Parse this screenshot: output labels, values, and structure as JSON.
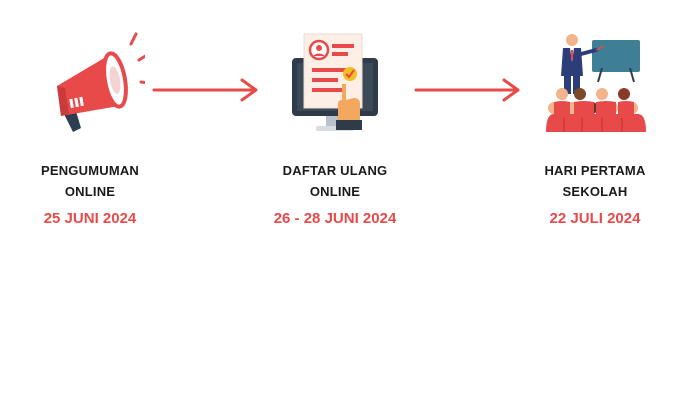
{
  "steps": [
    {
      "title_line1": "PENGUMUMAN",
      "title_line2": "ONLINE",
      "date": "25 JUNI 2024",
      "icon": "megaphone-icon"
    },
    {
      "title_line1": "DAFTAR ULANG",
      "title_line2": "ONLINE",
      "date": "26 - 28 JUNI 2024",
      "icon": "registration-form-icon"
    },
    {
      "title_line1": "HARI PERTAMA",
      "title_line2": "SEKOLAH",
      "date": "22 JULI 2024",
      "icon": "classroom-teacher-icon"
    }
  ],
  "colors": {
    "accent": "#e84a4a",
    "text": "#1a1a1a",
    "teal": "#3f7f95"
  }
}
